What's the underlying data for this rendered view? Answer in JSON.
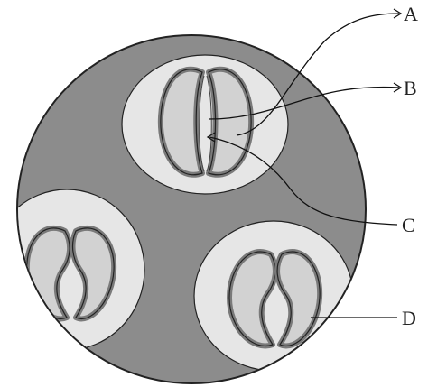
{
  "diagram": {
    "labels": {
      "a": "A",
      "b": "B",
      "c": "C",
      "d": "D"
    },
    "colors": {
      "epidermis": "#8c8c8c",
      "subsidiary_zone": "#e6e6e6",
      "guard_cell_wall": "#7a7a7a",
      "guard_cell_fill": "#d2d2d2",
      "outline": "#222222"
    }
  }
}
